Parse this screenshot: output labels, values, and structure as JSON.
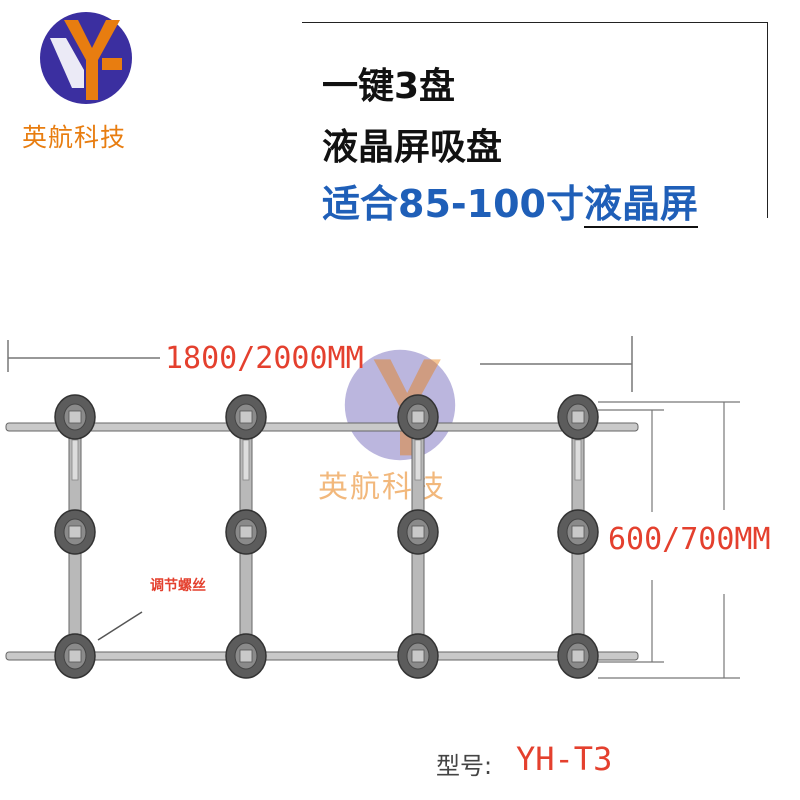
{
  "brand": {
    "name": "英航科技",
    "colors": {
      "orange": "#e87d10",
      "purple": "#3b2fa0"
    }
  },
  "headline": {
    "line1": "一键3盘",
    "line2": "液晶屏吸盘",
    "line3_a": "适合85-100寸",
    "line3_b": "液晶屏",
    "accent_color": "#1f5fb8"
  },
  "diagram": {
    "width_label": "1800/2000MM",
    "height_label": "600/700MM",
    "callout": "调节螺丝",
    "cup_columns": 4,
    "cups_per_column": 3,
    "dim_color": "#e4402e"
  },
  "model": {
    "label": "型号:",
    "value": "YH-T3"
  }
}
